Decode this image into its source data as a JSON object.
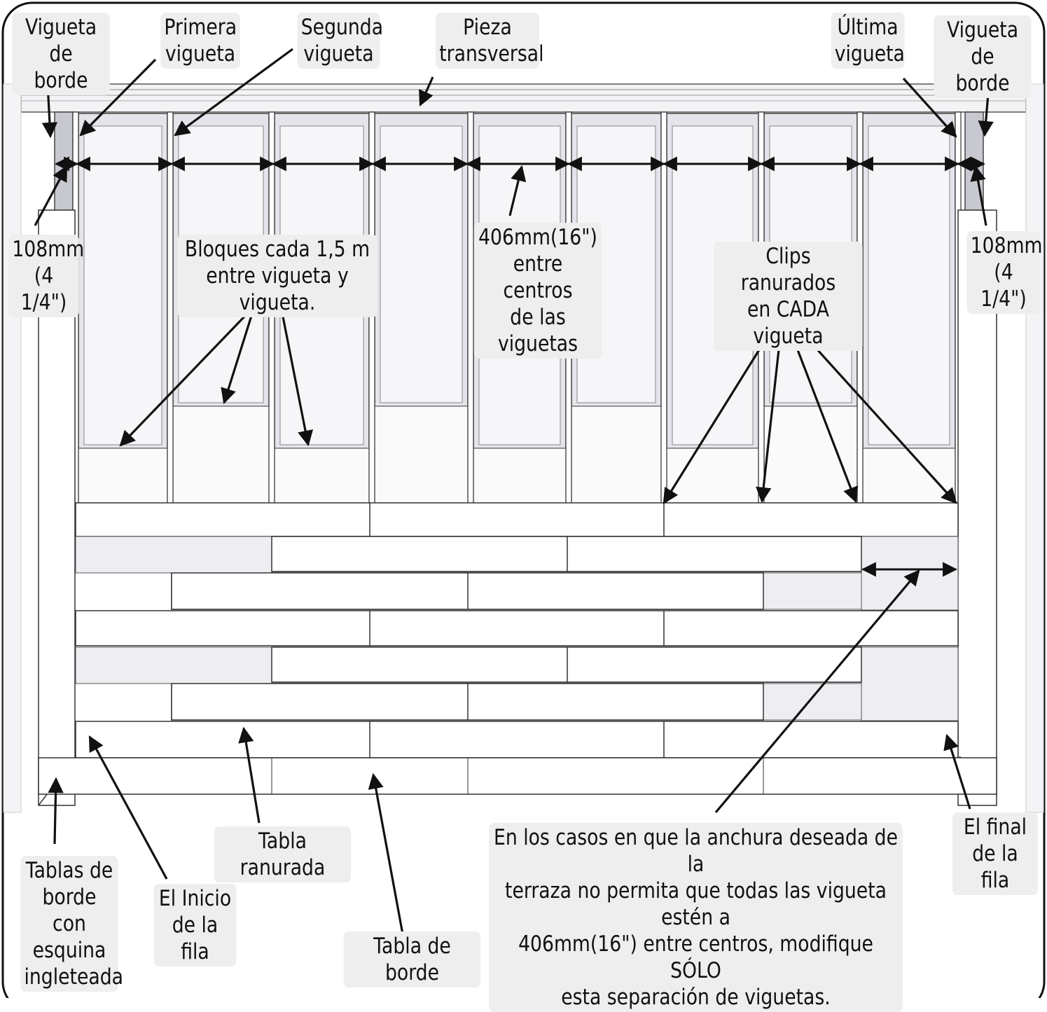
{
  "labels": {
    "rim_joist_left": "Vigueta de\nborde",
    "first_joist": "Primera\nvigueta",
    "second_joist": "Segunda\nvigueta",
    "cross_piece": "Pieza\ntransversal",
    "last_joist": "Última\nvigueta",
    "rim_joist_right": "Vigueta de\nborde",
    "offset_left": "108mm\n(4 1/4\")",
    "offset_right": "108mm\n(4 1/4\")",
    "blocks": "Bloques cada 1,5 m\nentre vigueta y vigueta.",
    "spacing": "406mm(16\")\nentre centros\nde las viguetas",
    "clips": "Clips ranurados\nen CADA vigueta",
    "grooved_board": "Tabla ranurada",
    "row_start": "El Inicio\nde la fila",
    "mitered_edge": "Tablas de\nborde con\nesquina\ningleteada",
    "edge_board": "Tabla de borde",
    "row_end": "El final\nde la fila",
    "note": "En los casos en que la anchura deseada de la\nterraza no permita que todas las vigueta estén a\n406mm(16\") entre centros, modifique SÓLO\nesta separación de viguetas."
  },
  "colors": {
    "line": "#111111",
    "wood_fill": "#ffffff",
    "shadow_fill": "#d8d8de",
    "label_bg": "#eeeeee"
  }
}
